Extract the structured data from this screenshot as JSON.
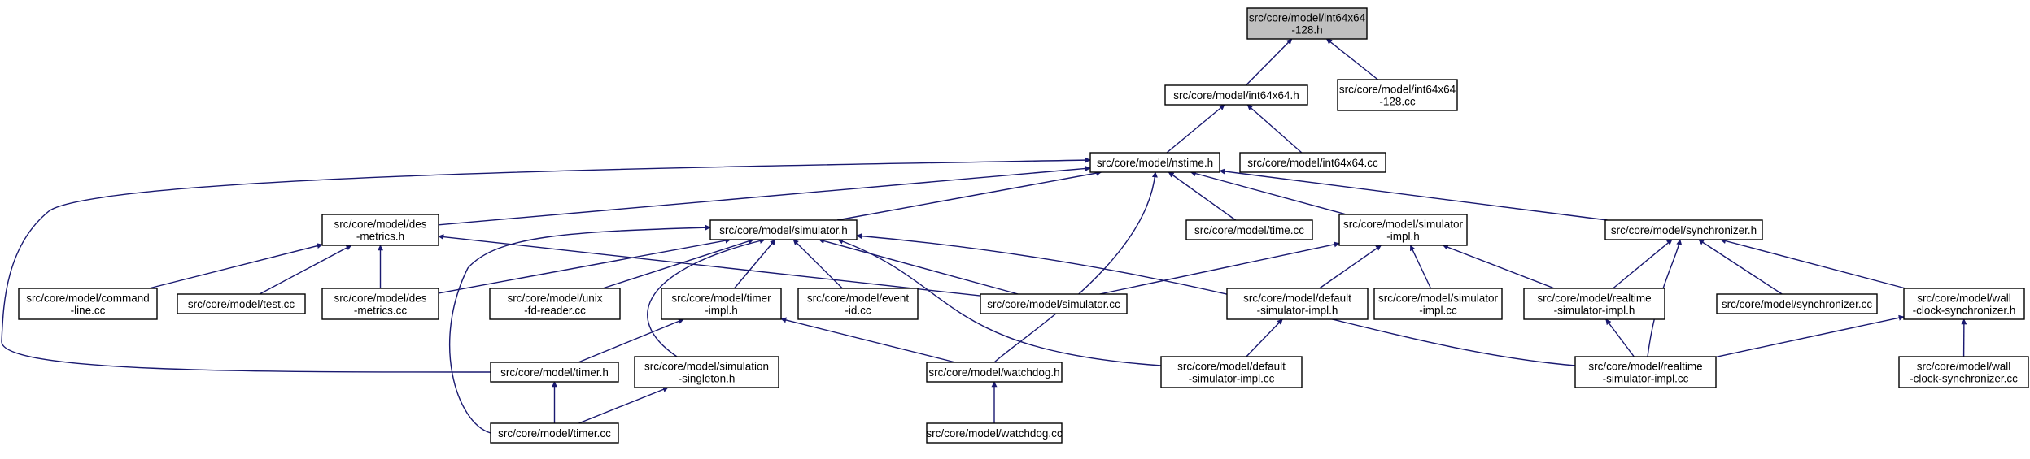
{
  "diagram": {
    "arrow_color": "#191970",
    "focus_fill": "#bfbfbf",
    "nodes": [
      {
        "id": "int64x64-128-h",
        "lines": [
          "src/core/model/int64x64",
          "-128.h"
        ],
        "focus": true
      },
      {
        "id": "int64x64-h",
        "lines": [
          "src/core/model/int64x64.h"
        ]
      },
      {
        "id": "int64x64-128-cc",
        "lines": [
          "src/core/model/int64x64",
          "-128.cc"
        ]
      },
      {
        "id": "nstime-h",
        "lines": [
          "src/core/model/nstime.h"
        ]
      },
      {
        "id": "int64x64-cc",
        "lines": [
          "src/core/model/int64x64.cc"
        ]
      },
      {
        "id": "des-metrics-h",
        "lines": [
          "src/core/model/des",
          "-metrics.h"
        ]
      },
      {
        "id": "simulator-h",
        "lines": [
          "src/core/model/simulator.h"
        ]
      },
      {
        "id": "time-cc",
        "lines": [
          "src/core/model/time.cc"
        ]
      },
      {
        "id": "simulator-impl-h",
        "lines": [
          "src/core/model/simulator",
          "-impl.h"
        ]
      },
      {
        "id": "synchronizer-h",
        "lines": [
          "src/core/model/synchronizer.h"
        ]
      },
      {
        "id": "command-line-cc",
        "lines": [
          "src/core/model/command",
          "-line.cc"
        ]
      },
      {
        "id": "test-cc",
        "lines": [
          "src/core/model/test.cc"
        ]
      },
      {
        "id": "des-metrics-cc",
        "lines": [
          "src/core/model/des",
          "-metrics.cc"
        ]
      },
      {
        "id": "unix-fd-reader-cc",
        "lines": [
          "src/core/model/unix",
          "-fd-reader.cc"
        ]
      },
      {
        "id": "timer-impl-h",
        "lines": [
          "src/core/model/timer",
          "-impl.h"
        ]
      },
      {
        "id": "event-id-cc",
        "lines": [
          "src/core/model/event",
          "-id.cc"
        ]
      },
      {
        "id": "simulator-cc",
        "lines": [
          "src/core/model/simulator.cc"
        ]
      },
      {
        "id": "default-simulator-impl-h",
        "lines": [
          "src/core/model/default",
          "-simulator-impl.h"
        ]
      },
      {
        "id": "simulator-impl-cc",
        "lines": [
          "src/core/model/simulator",
          "-impl.cc"
        ]
      },
      {
        "id": "realtime-simulator-impl-h",
        "lines": [
          "src/core/model/realtime",
          "-simulator-impl.h"
        ]
      },
      {
        "id": "synchronizer-cc",
        "lines": [
          "src/core/model/synchronizer.cc"
        ]
      },
      {
        "id": "wall-clock-synchronizer-h",
        "lines": [
          "src/core/model/wall",
          "-clock-synchronizer.h"
        ]
      },
      {
        "id": "timer-h",
        "lines": [
          "src/core/model/timer.h"
        ]
      },
      {
        "id": "simulation-singleton-h",
        "lines": [
          "src/core/model/simulation",
          "-singleton.h"
        ]
      },
      {
        "id": "watchdog-h",
        "lines": [
          "src/core/model/watchdog.h"
        ]
      },
      {
        "id": "default-simulator-impl-cc",
        "lines": [
          "src/core/model/default",
          "-simulator-impl.cc"
        ]
      },
      {
        "id": "realtime-simulator-impl-cc",
        "lines": [
          "src/core/model/realtime",
          "-simulator-impl.cc"
        ]
      },
      {
        "id": "wall-clock-synchronizer-cc",
        "lines": [
          "src/core/model/wall",
          "-clock-synchronizer.cc"
        ]
      },
      {
        "id": "timer-cc",
        "lines": [
          "src/core/model/timer.cc"
        ]
      },
      {
        "id": "watchdog-cc",
        "lines": [
          "src/core/model/watchdog.cc"
        ]
      }
    ],
    "edges": [
      {
        "from": "int64x64-h",
        "to": "int64x64-128-h"
      },
      {
        "from": "int64x64-128-cc",
        "to": "int64x64-128-h"
      },
      {
        "from": "nstime-h",
        "to": "int64x64-h"
      },
      {
        "from": "int64x64-cc",
        "to": "int64x64-h"
      },
      {
        "from": "des-metrics-h",
        "to": "nstime-h"
      },
      {
        "from": "simulator-h",
        "to": "nstime-h"
      },
      {
        "from": "time-cc",
        "to": "nstime-h"
      },
      {
        "from": "simulator-impl-h",
        "to": "nstime-h"
      },
      {
        "from": "synchronizer-h",
        "to": "nstime-h"
      },
      {
        "from": "timer-h",
        "to": "nstime-h"
      },
      {
        "from": "watchdog-h",
        "to": "nstime-h"
      },
      {
        "from": "command-line-cc",
        "to": "des-metrics-h"
      },
      {
        "from": "test-cc",
        "to": "des-metrics-h"
      },
      {
        "from": "des-metrics-cc",
        "to": "des-metrics-h"
      },
      {
        "from": "simulator-cc",
        "to": "des-metrics-h"
      },
      {
        "from": "des-metrics-cc",
        "to": "simulator-h"
      },
      {
        "from": "unix-fd-reader-cc",
        "to": "simulator-h"
      },
      {
        "from": "timer-impl-h",
        "to": "simulator-h"
      },
      {
        "from": "event-id-cc",
        "to": "simulator-h"
      },
      {
        "from": "simulator-cc",
        "to": "simulator-h"
      },
      {
        "from": "simulation-singleton-h",
        "to": "simulator-h"
      },
      {
        "from": "timer-cc",
        "to": "simulator-h"
      },
      {
        "from": "default-simulator-impl-cc",
        "to": "simulator-h"
      },
      {
        "from": "realtime-simulator-impl-cc",
        "to": "simulator-h"
      },
      {
        "from": "simulator-cc",
        "to": "simulator-impl-h"
      },
      {
        "from": "default-simulator-impl-h",
        "to": "simulator-impl-h"
      },
      {
        "from": "simulator-impl-cc",
        "to": "simulator-impl-h"
      },
      {
        "from": "realtime-simulator-impl-h",
        "to": "simulator-impl-h"
      },
      {
        "from": "realtime-simulator-impl-h",
        "to": "synchronizer-h"
      },
      {
        "from": "synchronizer-cc",
        "to": "synchronizer-h"
      },
      {
        "from": "wall-clock-synchronizer-h",
        "to": "synchronizer-h"
      },
      {
        "from": "realtime-simulator-impl-cc",
        "to": "synchronizer-h"
      },
      {
        "from": "timer-h",
        "to": "timer-impl-h"
      },
      {
        "from": "watchdog-h",
        "to": "timer-impl-h"
      },
      {
        "from": "default-simulator-impl-cc",
        "to": "default-simulator-impl-h"
      },
      {
        "from": "realtime-simulator-impl-cc",
        "to": "realtime-simulator-impl-h"
      },
      {
        "from": "realtime-simulator-impl-cc",
        "to": "wall-clock-synchronizer-h"
      },
      {
        "from": "wall-clock-synchronizer-cc",
        "to": "wall-clock-synchronizer-h"
      },
      {
        "from": "timer-cc",
        "to": "timer-h"
      },
      {
        "from": "timer-cc",
        "to": "simulation-singleton-h"
      },
      {
        "from": "watchdog-cc",
        "to": "watchdog-h"
      }
    ]
  }
}
